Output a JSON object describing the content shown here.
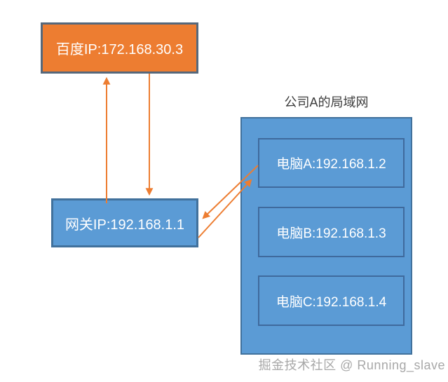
{
  "diagram": {
    "nodes": {
      "baidu": {
        "label": "百度IP:172.168.30.3",
        "fill": "#ED7D31",
        "border": "#56687B",
        "text_color": "#FFFFFF"
      },
      "gateway": {
        "label": "网关IP:192.168.1.1",
        "fill": "#5B9BD5",
        "border": "#41719C",
        "text_color": "#FFFFFF"
      },
      "lan": {
        "title": "公司A的局域网",
        "fill": "#5B9BD5",
        "border": "#41719C",
        "computers": [
          {
            "label": "电脑A:192.168.1.2"
          },
          {
            "label": "电脑B:192.168.1.3"
          },
          {
            "label": "电脑C:192.168.1.4"
          }
        ]
      }
    },
    "edges": [
      {
        "from": "gateway",
        "to": "baidu",
        "direction": "up"
      },
      {
        "from": "baidu",
        "to": "gateway",
        "direction": "down"
      },
      {
        "from": "computer-a",
        "to": "gateway",
        "direction": "down-left"
      },
      {
        "from": "gateway",
        "to": "computer-a",
        "direction": "up-right"
      }
    ],
    "arrow_color": "#ED7D31",
    "title_color": "#3D3D3D"
  },
  "watermark": "掘金技术社区 @ Running_slave"
}
